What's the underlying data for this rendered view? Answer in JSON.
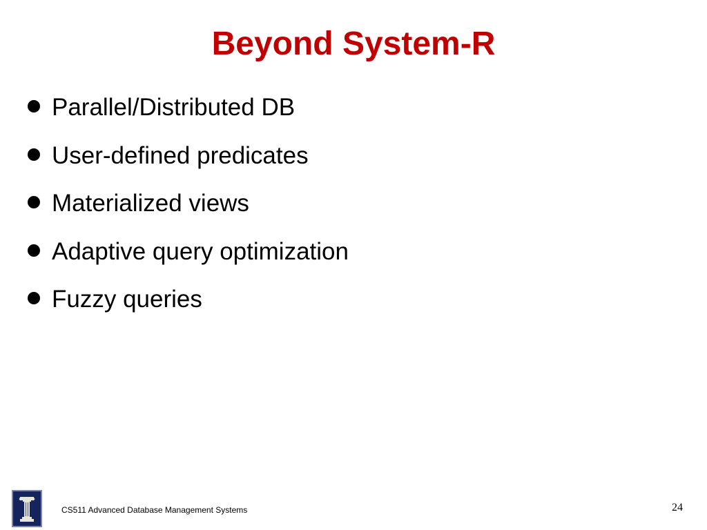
{
  "slide": {
    "title": "Beyond System-R",
    "bullets": [
      {
        "text": "Parallel/Distributed DB"
      },
      {
        "text": "User-defined predicates"
      },
      {
        "text": "Materialized views"
      },
      {
        "text": "Adaptive query optimization"
      },
      {
        "text": "Fuzzy queries"
      }
    ],
    "footer": {
      "course": "CS511 Advanced Database Management Systems",
      "page_number": "24",
      "logo_icon": "university-block-i-logo-icon"
    },
    "colors": {
      "title": "#c00000",
      "text": "#000000",
      "background": "#ffffff",
      "logo_background": "#16245e",
      "logo_mark": "#e7e4da"
    }
  }
}
